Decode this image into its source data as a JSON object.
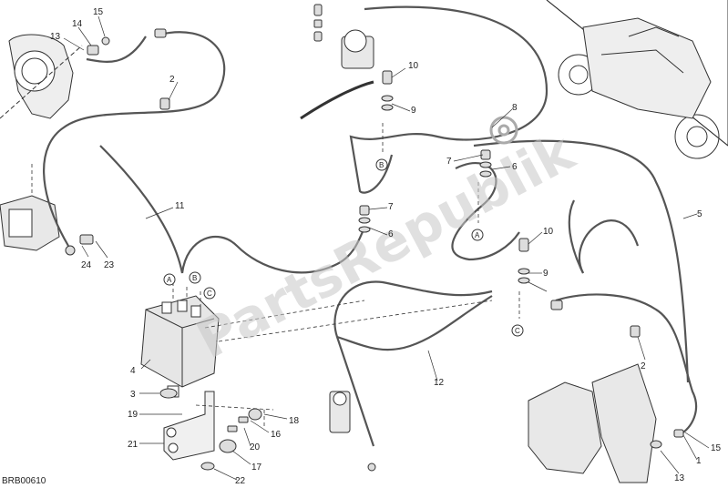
{
  "diagram": {
    "code": "BRB00610",
    "watermark": "PartsRepublik",
    "callouts": [
      "1",
      "2",
      "3",
      "4",
      "5",
      "6",
      "7",
      "8",
      "9",
      "10",
      "11",
      "12",
      "13",
      "14",
      "15",
      "16",
      "17",
      "18",
      "19",
      "20",
      "21",
      "22",
      "23",
      "24"
    ],
    "callouts_extra": {
      "n2b": "2",
      "n6b": "6",
      "n7b": "7",
      "n9b": "9",
      "n10b": "10",
      "n13b": "13",
      "n15b": "15"
    },
    "port_labels": [
      "A",
      "B",
      "C"
    ]
  },
  "colors": {
    "line": "#333333",
    "hose": "#555555",
    "watermark": "#c8c8c8",
    "part": "#e8e8e8"
  }
}
